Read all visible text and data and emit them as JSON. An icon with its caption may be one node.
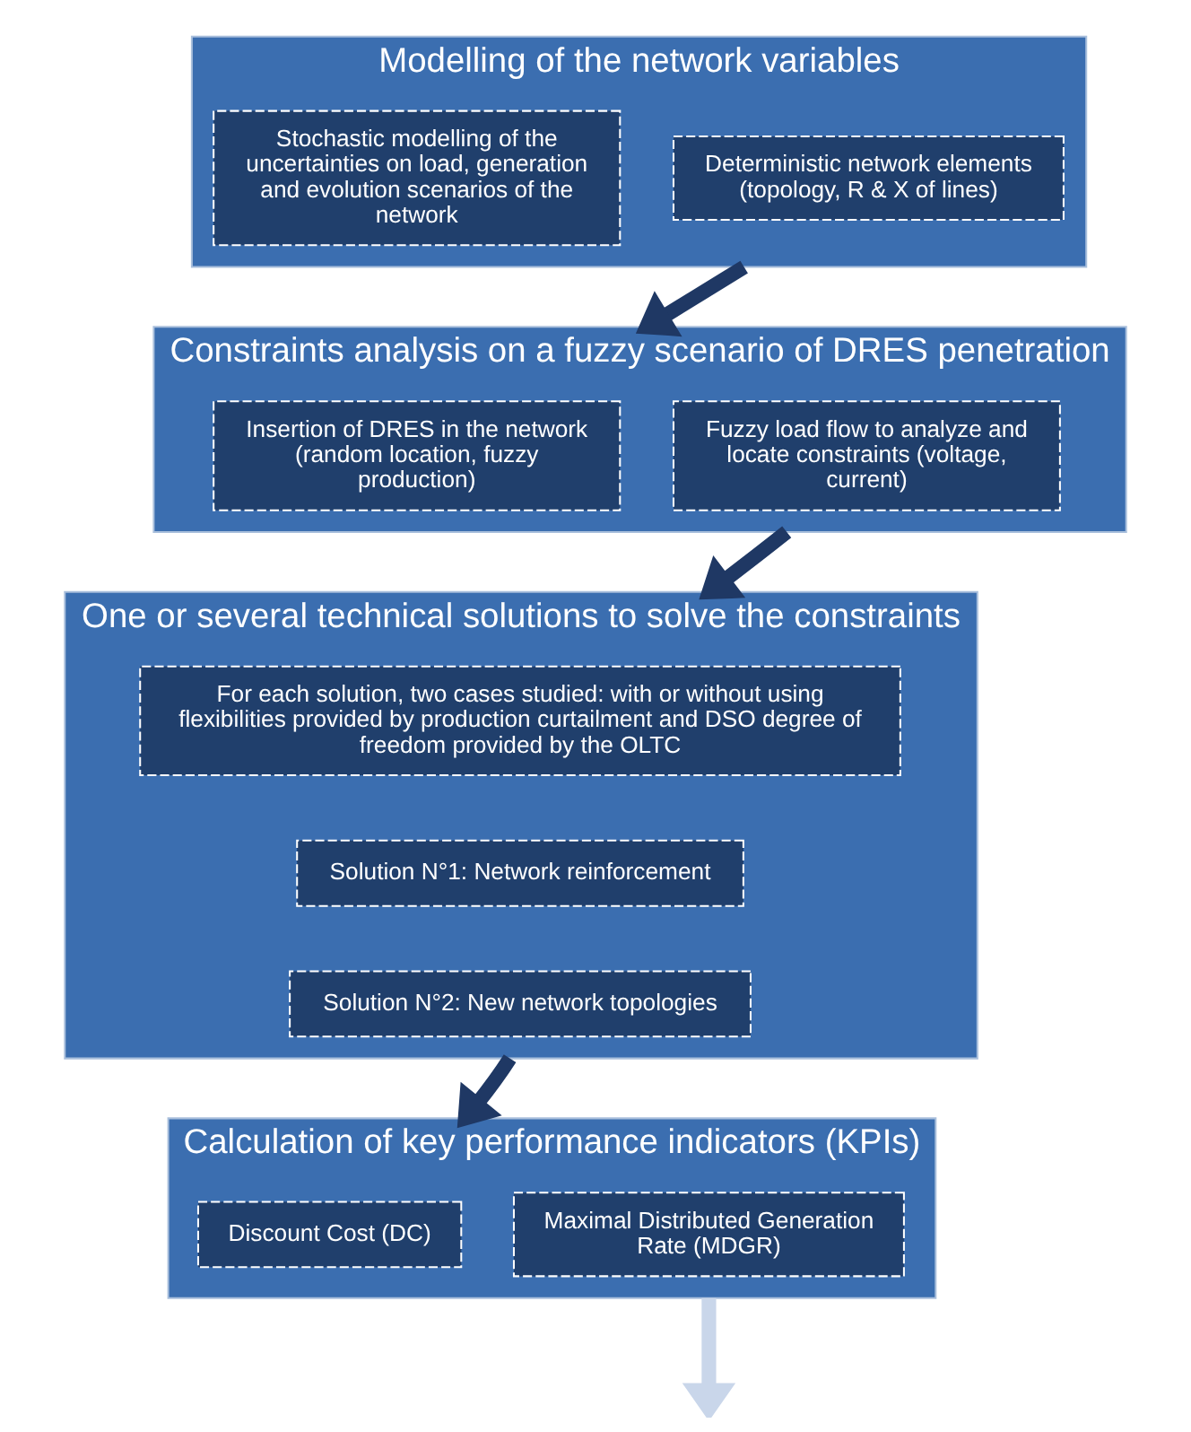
{
  "diagram": {
    "nodes": [
      {
        "text": [
          "Modelling of the network variables"
        ]
      },
      {
        "text": [
          "Stochastic modelling of the uncertainties on load, generation and evolution scenarios of the network"
        ],
        "in": 0
      },
      {
        "text": [
          "Deterministic network elements (topology, R & X of lines)"
        ],
        "in": 0
      },
      {
        "text": [
          "Constraints analysis on a fuzzy scenario of DRES penetration"
        ]
      },
      {
        "text": [
          "Insertion of DRES in the network (random location, fuzzy production)"
        ],
        "in": 3
      },
      {
        "text": [
          "Fuzzy load flow to analyze and locate constraints (voltage, current)"
        ],
        "in": 3
      },
      {
        "text": [
          "One or several technical solutions to solve the constraints"
        ]
      },
      {
        "text": [
          "For each solution, two cases studied: with or without using flexibilities provided by production curtailment and DSO degree of freedom provided by the OLTC"
        ],
        "in": 6
      },
      {
        "text": [
          "Solution N°1: Network reinforcement"
        ],
        "in": 6
      },
      {
        "text": [
          "Solution N°2: New network topologies"
        ],
        "in": 6
      },
      {
        "text": [
          "Calculation of key performance indicators (KPIs)"
        ]
      },
      {
        "text": [
          "Discount Cost (DC)"
        ],
        "in": 10
      },
      {
        "text": [
          "Maximal Distributed Generation Rate (MDGR)"
        ],
        "in": 10
      }
    ],
    "edges": [
      {
        "from": 0,
        "to": 3,
        "arrow": "to"
      },
      {
        "from": 3,
        "to": 6,
        "arrow": "to"
      },
      {
        "from": 6,
        "to": 10,
        "arrow": "to"
      },
      {
        "from": 10,
        "to": null,
        "arrow": "to",
        "color": "#c9d6ea"
      }
    ]
  }
}
